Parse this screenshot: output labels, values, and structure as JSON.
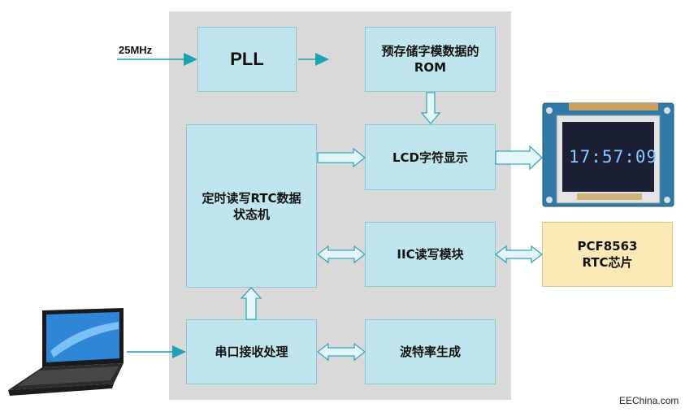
{
  "input_clock_label": "25MHz",
  "blocks": {
    "pll": "PLL",
    "rom_line1": "预存储字模数据的",
    "rom_line2": "ROM",
    "lcd_display": "LCD字符显示",
    "state_machine_line1": "定时读写RTC数据",
    "state_machine_line2": "状态机",
    "iic": "IIC读写模块",
    "uart_rx": "串口接收处理",
    "baud": "波特率生成",
    "pcf_line1": "PCF8563",
    "pcf_line2": "RTC芯片"
  },
  "lcd_time": "17:57:09",
  "watermark": "EEChina.com",
  "colors": {
    "panel": "#d9d9d9",
    "block": "#bfe6ee",
    "pcf": "#fde9b5",
    "arrow": "#1aa2b3"
  }
}
